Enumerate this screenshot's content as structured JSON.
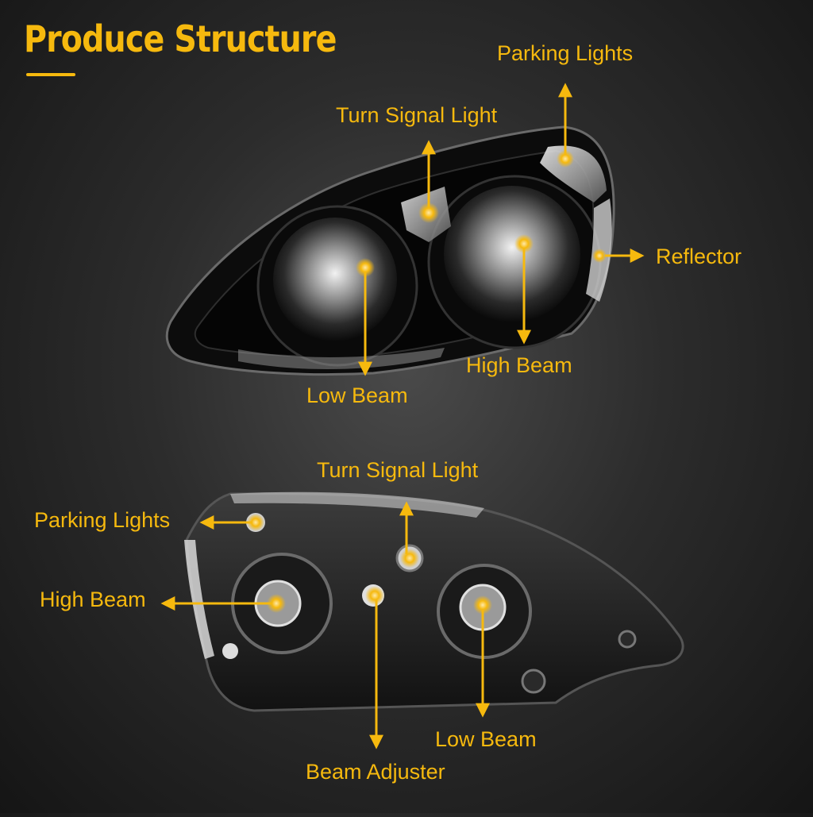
{
  "title": "Produce Structure",
  "accent_color": "#f6b90e",
  "front_view": {
    "labels": {
      "parking_lights": "Parking Lights",
      "turn_signal": "Turn Signal Light",
      "reflector": "Reflector",
      "high_beam": "High Beam",
      "low_beam": "Low Beam"
    }
  },
  "rear_view": {
    "labels": {
      "turn_signal": "Turn Signal Light",
      "parking_lights": "Parking Lights",
      "high_beam": "High Beam",
      "low_beam": "Low Beam",
      "beam_adjuster": "Beam Adjuster"
    }
  }
}
